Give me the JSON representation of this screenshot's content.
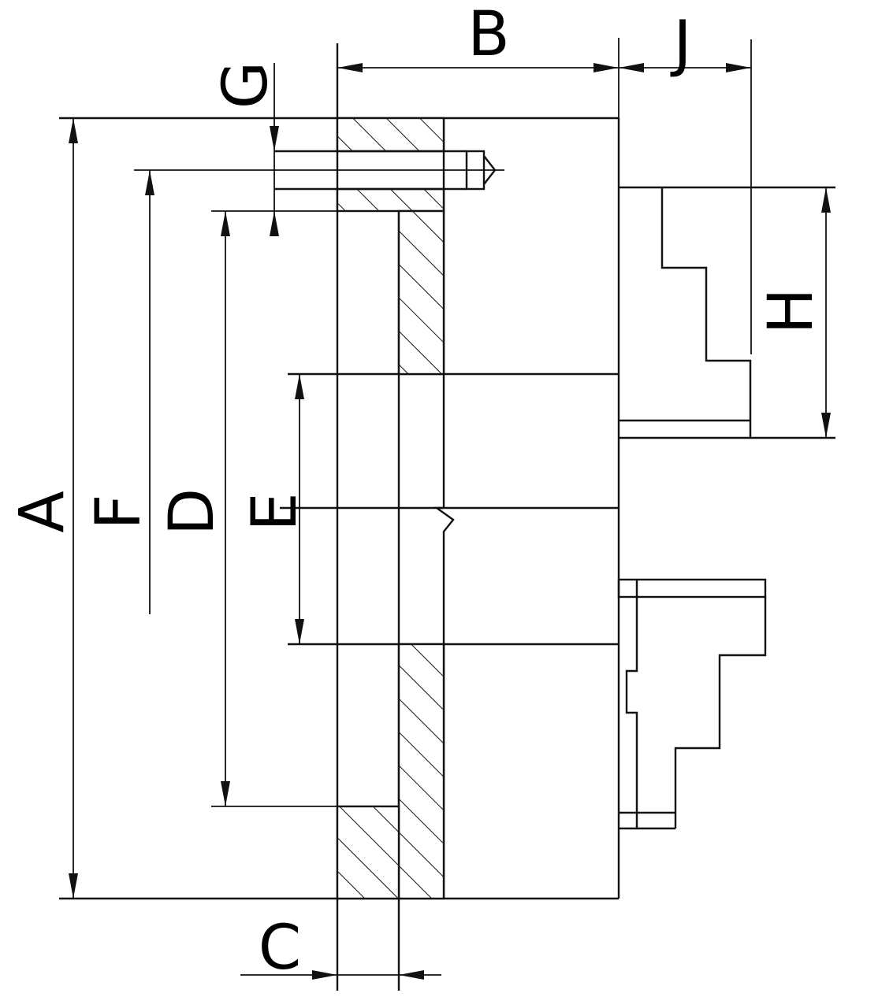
{
  "labels": {
    "A": "A",
    "B": "B",
    "C": "C",
    "D": "D",
    "E": "E",
    "F": "F",
    "G": "G",
    "H": "H",
    "J": "J"
  },
  "colors": {
    "line": "#111111",
    "background": "#ffffff"
  }
}
